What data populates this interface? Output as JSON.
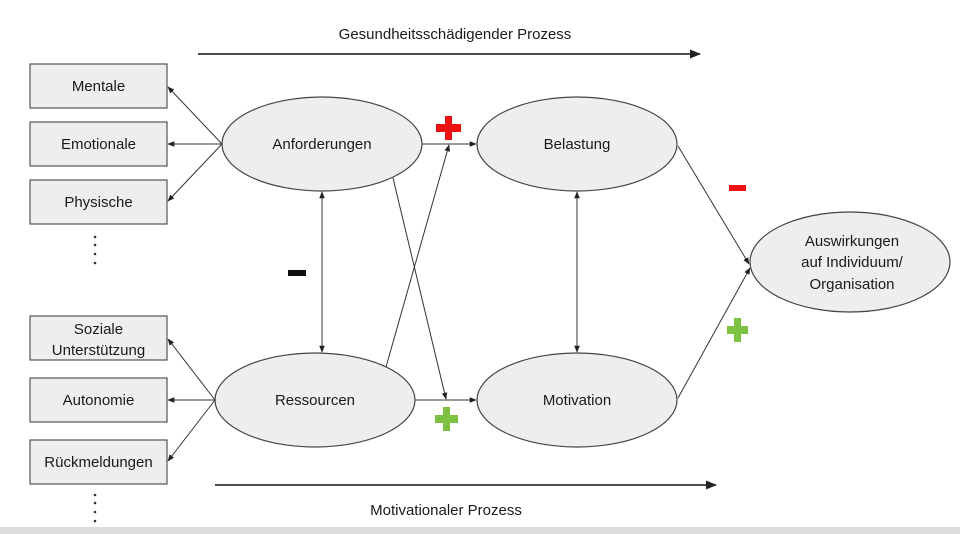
{
  "diagram": {
    "title_top": "Gesundheitsschädigender Prozess",
    "title_bottom": "Motivationaler Prozess",
    "demand_boxes": [
      {
        "label": "Mentale"
      },
      {
        "label": "Emotionale"
      },
      {
        "label": "Physische"
      }
    ],
    "resource_boxes": [
      {
        "lines": [
          "Soziale",
          "Unterstützung"
        ]
      },
      {
        "label": "Autonomie"
      },
      {
        "label": "Rückmeldungen"
      }
    ],
    "ellipsis_symbol": "⋮",
    "nodes": {
      "anforderungen": "Anforderungen",
      "belastung": "Belastung",
      "ressourcen": "Ressourcen",
      "motivation": "Motivation",
      "auswirkungen": [
        "Auswirkungen",
        "auf Individuum/",
        "Organisation"
      ]
    },
    "signs": {
      "anforderungen_belastung": {
        "symbol": "+",
        "color": "#ee1111"
      },
      "anforderungen_ressourcen": {
        "symbol": "−",
        "color": "#111111"
      },
      "ressourcen_motivation": {
        "symbol": "+",
        "color": "#7dc242"
      },
      "belastung_auswirkungen": {
        "symbol": "−",
        "color": "#ee1111"
      },
      "motivation_auswirkungen": {
        "symbol": "+",
        "color": "#7dc242"
      }
    },
    "edges": [
      {
        "from": "anforderungen",
        "to": "mentale"
      },
      {
        "from": "anforderungen",
        "to": "emotionale"
      },
      {
        "from": "anforderungen",
        "to": "physische"
      },
      {
        "from": "ressourcen",
        "to": "soziale-unterstuetzung"
      },
      {
        "from": "ressourcen",
        "to": "autonomie"
      },
      {
        "from": "ressourcen",
        "to": "rueckmeldungen"
      },
      {
        "from": "anforderungen",
        "to": "belastung"
      },
      {
        "from": "ressourcen",
        "to": "motivation"
      },
      {
        "from": "anforderungen",
        "to": "motivation"
      },
      {
        "from": "ressourcen",
        "to": "belastung"
      },
      {
        "from": "anforderungen",
        "to": "ressourcen",
        "bidirectional": true
      },
      {
        "from": "belastung",
        "to": "motivation",
        "bidirectional": true
      },
      {
        "from": "belastung",
        "to": "auswirkungen"
      },
      {
        "from": "motivation",
        "to": "auswirkungen"
      }
    ]
  }
}
